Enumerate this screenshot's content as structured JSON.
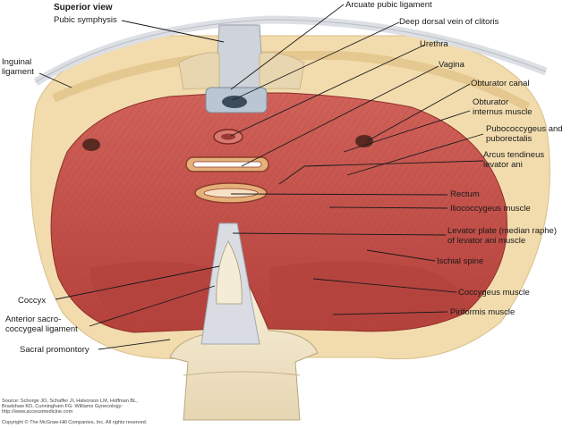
{
  "diagram": {
    "view_title": "Superior view",
    "labels": {
      "pubic_symphysis": "Pubic symphysis",
      "inguinal_ligament_line1": "Inguinal",
      "inguinal_ligament_line2": "ligament",
      "arcuate_pubic_ligament": "Arcuate pubic ligament",
      "deep_dorsal_vein": "Deep dorsal vein of clitoris",
      "urethra": "Urethra",
      "vagina": "Vagina",
      "obturator_canal": "Obturator canal",
      "obturator_internus_line1": "Obturator",
      "obturator_internus_line2": "internus muscle",
      "pubococcygeus_line1": "Pubococcygeus and",
      "pubococcygeus_line2": "puborectalis",
      "arcus_tendineus_line1": "Arcus tendineus",
      "arcus_tendineus_line2": "levator ani",
      "rectum": "Rectum",
      "iliococcygeus": "Iliococcygeus muscle",
      "levator_plate_line1": "Levator plate (median raphe)",
      "levator_plate_line2": "of levator ani muscle",
      "ischial_spine": "Ischial spine",
      "coccyx": "Coccyx",
      "coccygeus": "Coccygeus muscle",
      "anterior_sacrococcygeal_line1": "Anterior sacro-",
      "anterior_sacrococcygeal_line2": "coccygeal ligament",
      "piriformis": "Piriformis muscle",
      "sacral_promontory": "Sacral promontory"
    }
  },
  "source": {
    "line1": "Source: Schorge JO, Schaffer JI, Halvorson LM, Hoffman BL,",
    "line2": "Bradshaw KD, Cunningham FG: Williams Gynecology:",
    "line3": "http://www.accessmedicine.com",
    "copyright": "Copyright © The McGraw-Hill Companies, Inc. All rights reserved."
  },
  "colors": {
    "muscle": "#c9524a",
    "muscle_dark": "#8f2f2b",
    "bone": "#efe3c8",
    "ligament": "#cfd3da",
    "fat": "#f2dcae"
  }
}
